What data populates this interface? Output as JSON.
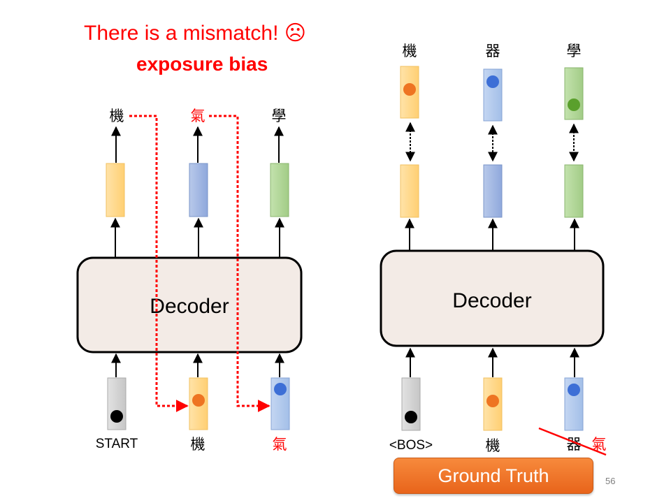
{
  "title_line1": "There is a mismatch! ☹",
  "title_line2": "exposure bias",
  "page_number": "56",
  "left": {
    "decoder_label": "Decoder",
    "outputs": [
      "機",
      "氣",
      "學"
    ],
    "inputs": [
      "START",
      "機",
      "氣"
    ]
  },
  "right": {
    "decoder_label": "Decoder",
    "targets": [
      "機",
      "器",
      "學"
    ],
    "inputs": [
      "<BOS>",
      "機",
      "器"
    ],
    "wrong_token": "氣",
    "ground_truth_label": "Ground Truth"
  },
  "colors": {
    "title": "#ff0000",
    "orange_vec": "#ffd580",
    "blue_vec": "#8fa8dc",
    "green_vec": "#a9d18e",
    "gray_vec": "#d0d0d0",
    "decoder_fill": "#f3ebe6",
    "ground_truth_button": "#ef7420"
  }
}
